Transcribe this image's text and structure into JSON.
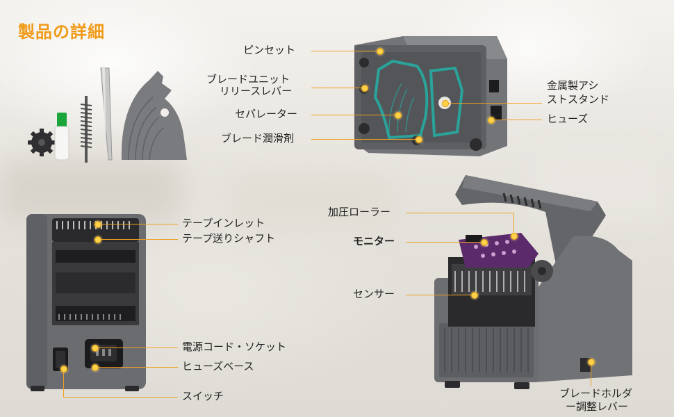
{
  "title": "製品の詳細",
  "labels": {
    "tweezers": "ピンセット",
    "blade_unit_release_1": "ブレードユニット",
    "blade_unit_release_2": "リリースレバー",
    "separator": "セパレーター",
    "blade_lubricant": "ブレード潤滑剤",
    "metal_stand_1": "金属製アシ",
    "metal_stand_2": "ストスタンド",
    "fuse": "ヒューズ",
    "pressure_roller": "加圧ローラー",
    "monitor": "モニター",
    "sensor": "センサー",
    "tape_inlet": "テープインレット",
    "tape_feed_shaft": "テープ送りシャフト",
    "power_socket": "電源コード・ソケット",
    "fuse_base": "ヒューズベース",
    "switch": "スイッチ",
    "blade_holder_1": "ブレードホルダ",
    "blade_holder_2": "ー調整レバー"
  },
  "colors": {
    "accent": "#f09a17",
    "callout_line": "#f0a020",
    "device_body": "#6e6f72",
    "separator_teal": "#2aa39a",
    "circuit_board": "#5b2a6b"
  }
}
